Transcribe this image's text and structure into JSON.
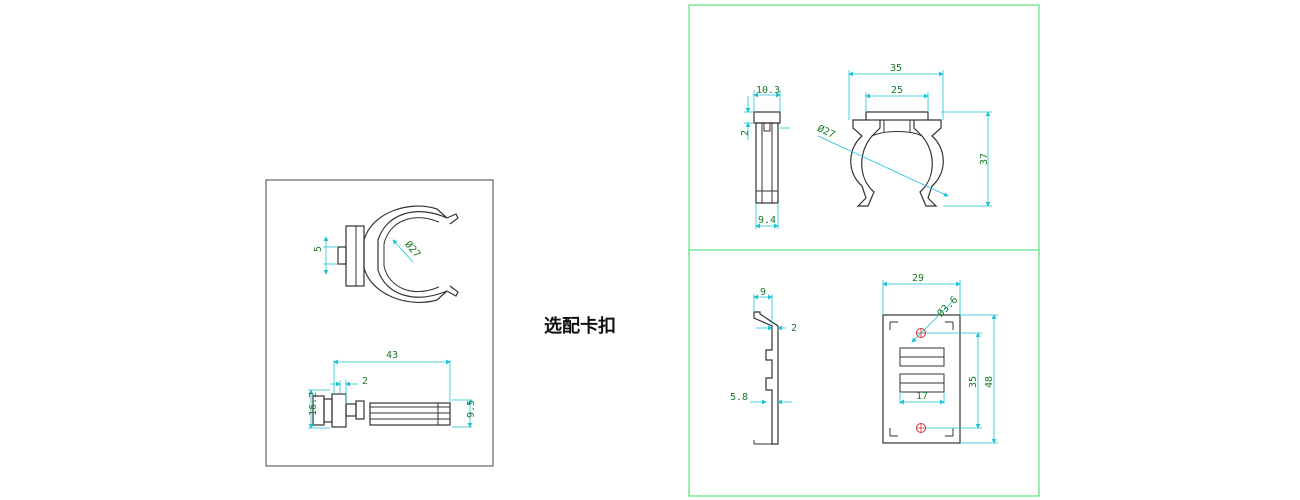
{
  "title": "选配卡扣",
  "colors": {
    "outline": "#333333",
    "dimension_line": "#1ec3d6",
    "dimension_text": "#1a7a2a",
    "frame_green": "#3ddc6a",
    "hole_marker": "#d03030"
  },
  "left_panel": {
    "front_view": {
      "d_clip": "Ø27",
      "tab_height": "5"
    },
    "bottom_view": {
      "length": "43",
      "offset": "2",
      "height": "16.2",
      "end_height": "9.5"
    }
  },
  "right_top_panel": {
    "side_view": {
      "top_width": "10.3",
      "slot": "2",
      "bottom_width": "9.4"
    },
    "clip_view": {
      "outer_width": "35",
      "inner_width": "25",
      "diameter": "Ø27",
      "height": "37"
    }
  },
  "right_bottom_panel": {
    "profile_view": {
      "top": "9",
      "thickness": "2",
      "step": "5.8"
    },
    "plate_view": {
      "width": "29",
      "hole": "Ø3.6",
      "hole_pitch": "35",
      "height": "48",
      "slot_width": "17"
    }
  }
}
